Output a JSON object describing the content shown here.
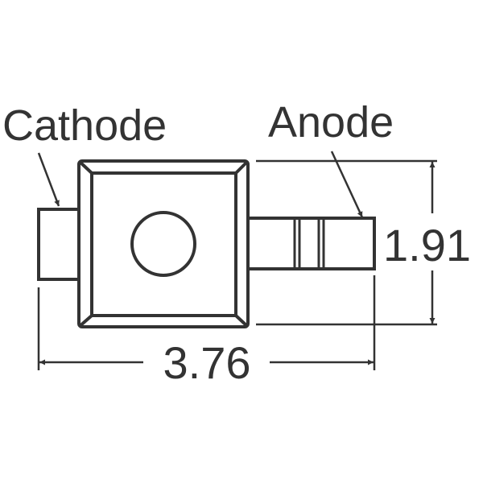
{
  "labels": {
    "cathode": "Cathode",
    "anode": "Anode"
  },
  "dimensions": {
    "width": "3.76",
    "height": "1.91"
  },
  "colors": {
    "stroke": "#333333",
    "background": "#ffffff"
  }
}
